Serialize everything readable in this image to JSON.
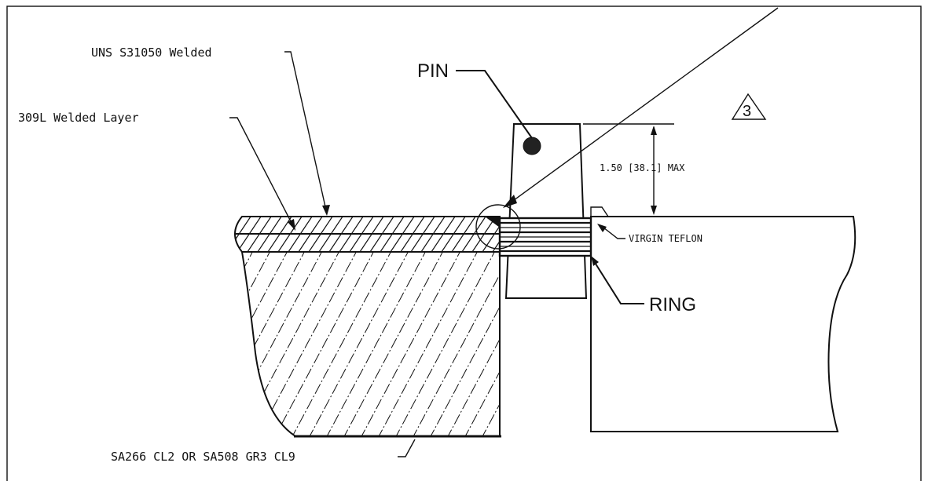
{
  "labels": {
    "uns_weld": "UNS S31050 Welded",
    "weld_layer": "309L Welded Layer",
    "pin": "PIN",
    "dimension": "1.50 [38.1] MAX",
    "virgin_teflon": "VIRGIN TEFLON",
    "ring": "RING",
    "base_material": "SA266 CL2 OR SA508 GR3 CL9",
    "revision": "3"
  },
  "colors": {
    "line": "#111111",
    "background": "#ffffff"
  }
}
